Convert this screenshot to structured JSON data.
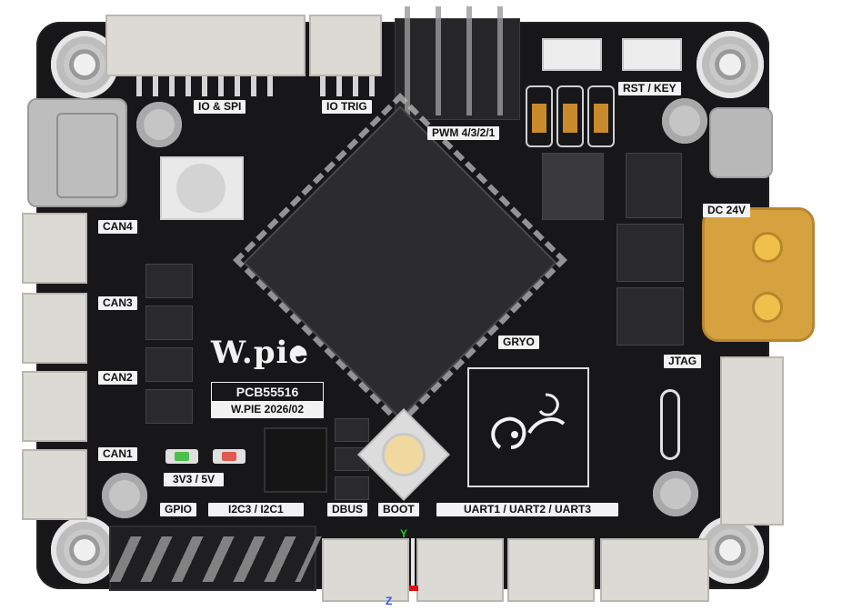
{
  "board": {
    "logo_text": "W.pie",
    "model": "PCB55516",
    "revision": "W.PIE 2026/02"
  },
  "labels": {
    "io_spi": "IO & SPI",
    "io_trig": "IO TRIG",
    "pwm": "PWM 4/3/2/1",
    "rst_key": "RST / KEY",
    "can4": "CAN4",
    "can3": "CAN3",
    "can2": "CAN2",
    "can1": "CAN1",
    "dc24v": "DC 24V",
    "jtag": "JTAG",
    "gryo": "GRYO",
    "vsel": "3V3 / 5V",
    "gpio": "GPIO",
    "i2c": "I2C3 / I2C1",
    "dbus": "DBUS",
    "boot": "BOOT",
    "uart": "UART1 / UART2 / UART3"
  },
  "axes": {
    "y": "Y",
    "z": "Z"
  },
  "colors": {
    "board": "#17171a",
    "label_bg": "#f2f2f2",
    "xt_connector": "#d6a23f",
    "led_green": "#4bbf4b",
    "led_red": "#e05a4f",
    "cap_orange": "#c98a2c",
    "boot_button": "#f2d9a0"
  },
  "icons": {
    "logo": "wpie-logo-icon",
    "snoopy": "snoopy-silkscreen-icon"
  }
}
